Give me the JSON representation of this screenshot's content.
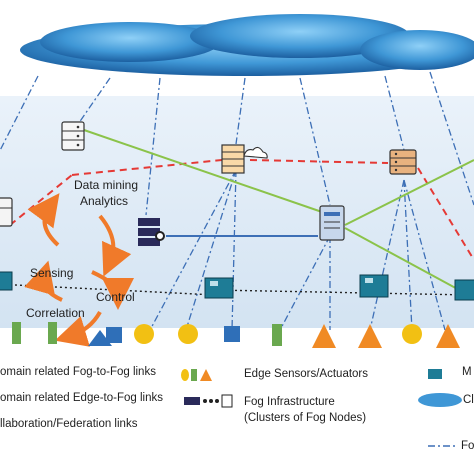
{
  "flow_labels": {
    "data_mining": "Data mining",
    "analytics": "Analytics",
    "sensing": "Sensing",
    "control": "Control",
    "correlation": "Correlation"
  },
  "legend": {
    "fog_to_fog": "omain related Fog-to-Fog links",
    "edge_to_fog": "omain related Edge-to-Fog links",
    "collaboration": "llaboration/Federation links",
    "edge_sensors": "Edge Sensors/Actuators",
    "fog_infra": "Fog Infrastructure",
    "fog_clusters": "(Clusters of Fog Nodes)",
    "m_partial": "M",
    "cl_partial": "Cl",
    "fo_partial": "Fo"
  },
  "colors": {
    "cloud": "#4a9fd8",
    "fog_band": "#dce9f5",
    "fog_to_fog_link": "#e53935",
    "edge_to_fog_link": "#3d6fb6",
    "collaboration_link": "#8bc34a",
    "flow_arrow": "#f07a2a",
    "sensor_yellow": "#f2c013",
    "sensor_green": "#6aa84f",
    "sensor_blue": "#2f6fb8",
    "sensor_orange": "#f08a24"
  }
}
